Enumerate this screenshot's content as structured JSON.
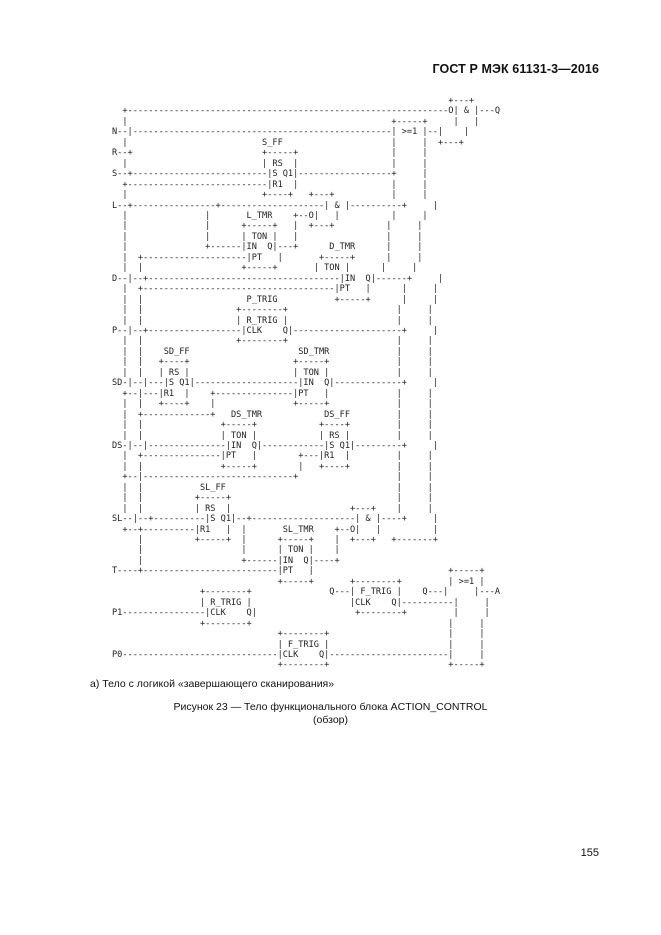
{
  "header": {
    "standard": "ГОСТ Р МЭК 61131-3—2016"
  },
  "diagram_lines": [
    "                                                                 +---+",
    "  +--------------------------------------------------------------O| & |---Q",
    "  |                                                   +-----+     |   |",
    "N--|--------------------------------------------------| >=1 |--|    |",
    "  |                          S_FF                     |     |  +---+",
    "R--+                         +-----+                  |     |",
    "  |                          | RS  |                  |     |",
    "S--+--------------------------|S Q1|------------------+     |",
    "  +---------------------------|R1  |                  |     |",
    "  |                          +----+   +---+           |     |",
    "L--+----------------+--------------------| & |----------+     |",
    "  |               |       L_TMR    +--O|   |          |     |",
    "  |               |      +-----+   |  +---+          |     |",
    "  |               |      | TON |   |                 |     |",
    "  |               +------|IN  Q|---+      D_TMR      |     |",
    "  |  +--------------------|PT   |       +-----+      |     |",
    "  |  |                   +-----+       | TON |      |     |",
    "D--|--+-------------------------------------|IN  Q|------+     |",
    "  |  +-------------------------------------|PT   |      |     |",
    "  |  |                    P_TRIG           +-----+      |     |",
    "  |  |                  +--------+                     |     |",
    "  |  |                  | R_TRIG |                     |     |",
    "P--|--+------------------|CLK    Q|---------------------+     |",
    "  |  |                  +--------+                     |     |",
    "  |  |    SD_FF                     SD_TMR             |     |",
    "  |  |   +----+                    +-----+             |     |",
    "  |  |   | RS |                    | TON |             |     |",
    "SD-|--|---|S Q1|--------------------|IN  Q|-------------+     |",
    "  +--|---|R1  |    +---------------|PT   |             |     |",
    "  |  |   +----+    |               +-----+             |     |",
    "  |  +-------------+   DS_TMR            DS_FF         |     |",
    "  |  |               +-----+            +----+         |     |",
    "  |  |               | TON |            | RS |         |     |",
    "DS-|--|---------------|IN  Q|------------|S Q1|---------+     |",
    "  |  +---------------|PT   |        +---|R1  |         |     |",
    "  |  |               +-----+        |   +----+         |     |",
    "  +--|-----------------------------+                   |     |",
    "  |  |           SL_FF                                 |     |",
    "  |  |          +-----+                                |     |",
    "  |  |          | RS  |                       +---+    |     |",
    "SL--|--+----------|S Q1|--+--------------------| & |----+     |",
    "  +--+----------|R1   |  |       SL_TMR    +--O|   |          |",
    "     |          +-----+  |      +-----+    |  +---+   +-------+",
    "     |                   |      | TON |    |",
    "     |                   +------|IN  Q|----+",
    "T----+--------------------------|PT   |                          +-----+",
    "                                +-----+       +--------+         | >=1 |",
    "                 +--------+               Q---| F_TRIG |    Q---|     |---A",
    "                 | R_TRIG |                   |CLK    Q|----------|     |",
    "P1----------------|CLK    Q|                   +--------+         |     |",
    "                 +--------+                                      |     |",
    "                                +--------+                       |     |",
    "                                | F_TRIG |                       |     |",
    "P0------------------------------|CLK    Q|-----------------------|     |",
    "                                +--------+                       +-----+"
  ],
  "caption_a": "а) Тело с логикой «завершающего сканирования»",
  "figure_caption": {
    "line1": "Рисунок 23 — Тело функционального блока ACTION_CONTROL",
    "line2": "(обзор)"
  },
  "page_number": "155"
}
